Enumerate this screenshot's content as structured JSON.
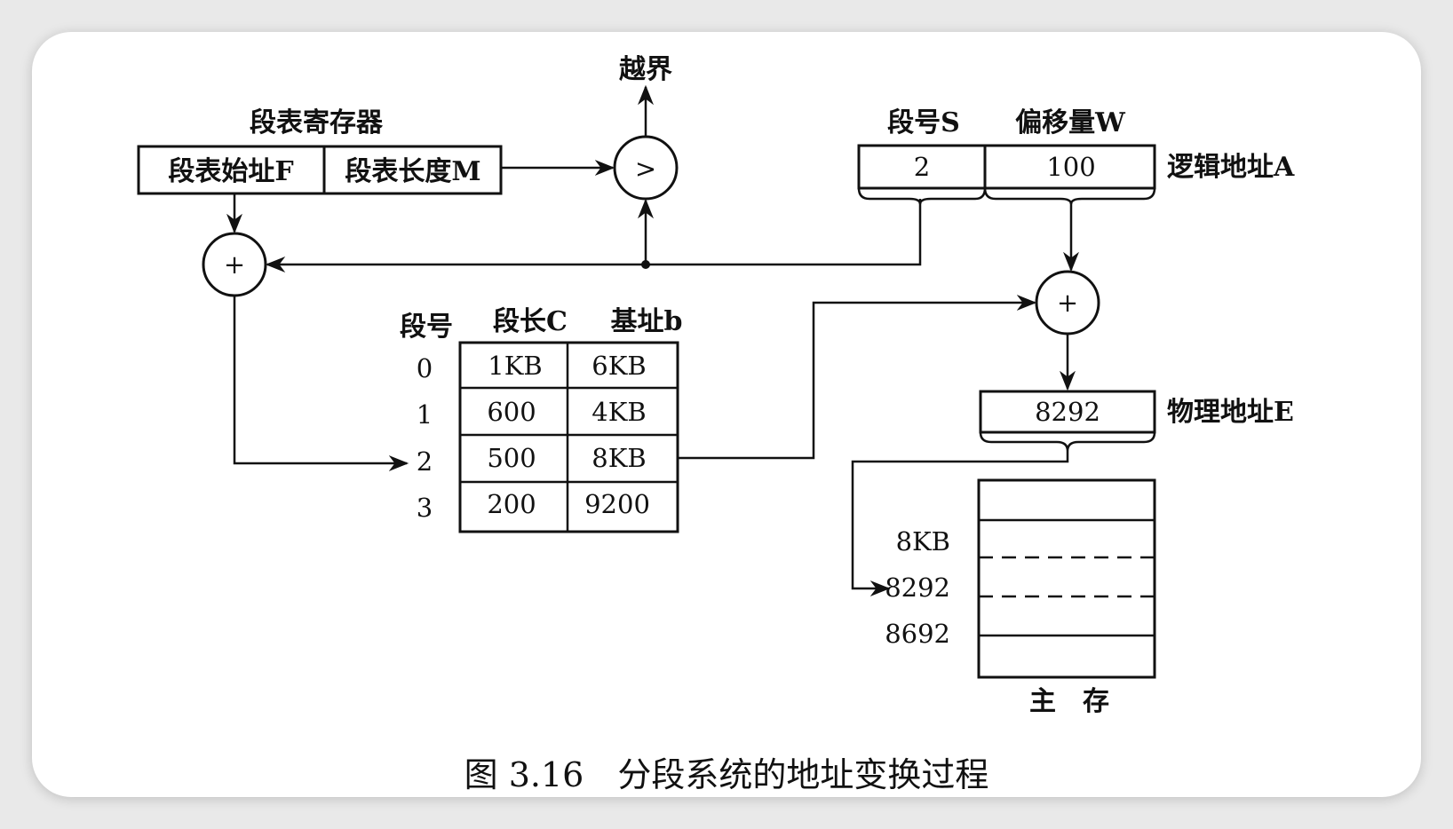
{
  "segment_table_register": {
    "title": "段表寄存器",
    "start_label": "段表始址F",
    "length_label": "段表长度M"
  },
  "comparator": {
    "symbol": ">",
    "overflow_label": "越界"
  },
  "adder_symbol": "+",
  "logical_address": {
    "label": "逻辑地址A",
    "segment_header": "段号S",
    "offset_header": "偏移量W",
    "segment_value": "2",
    "offset_value": "100"
  },
  "segment_table": {
    "headers": [
      "段号",
      "段长C",
      "基址b"
    ],
    "rows": [
      {
        "segment": "0",
        "length": "1KB",
        "base": "6KB"
      },
      {
        "segment": "1",
        "length": "600",
        "base": "4KB"
      },
      {
        "segment": "2",
        "length": "500",
        "base": "8KB"
      },
      {
        "segment": "3",
        "length": "200",
        "base": "9200"
      }
    ]
  },
  "physical_address": {
    "label": "物理地址E",
    "value": "8292"
  },
  "main_memory": {
    "label": "主　存",
    "markers": [
      "8KB",
      "8292",
      "8692"
    ]
  },
  "caption": "图 3.16　分段系统的地址变换过程"
}
